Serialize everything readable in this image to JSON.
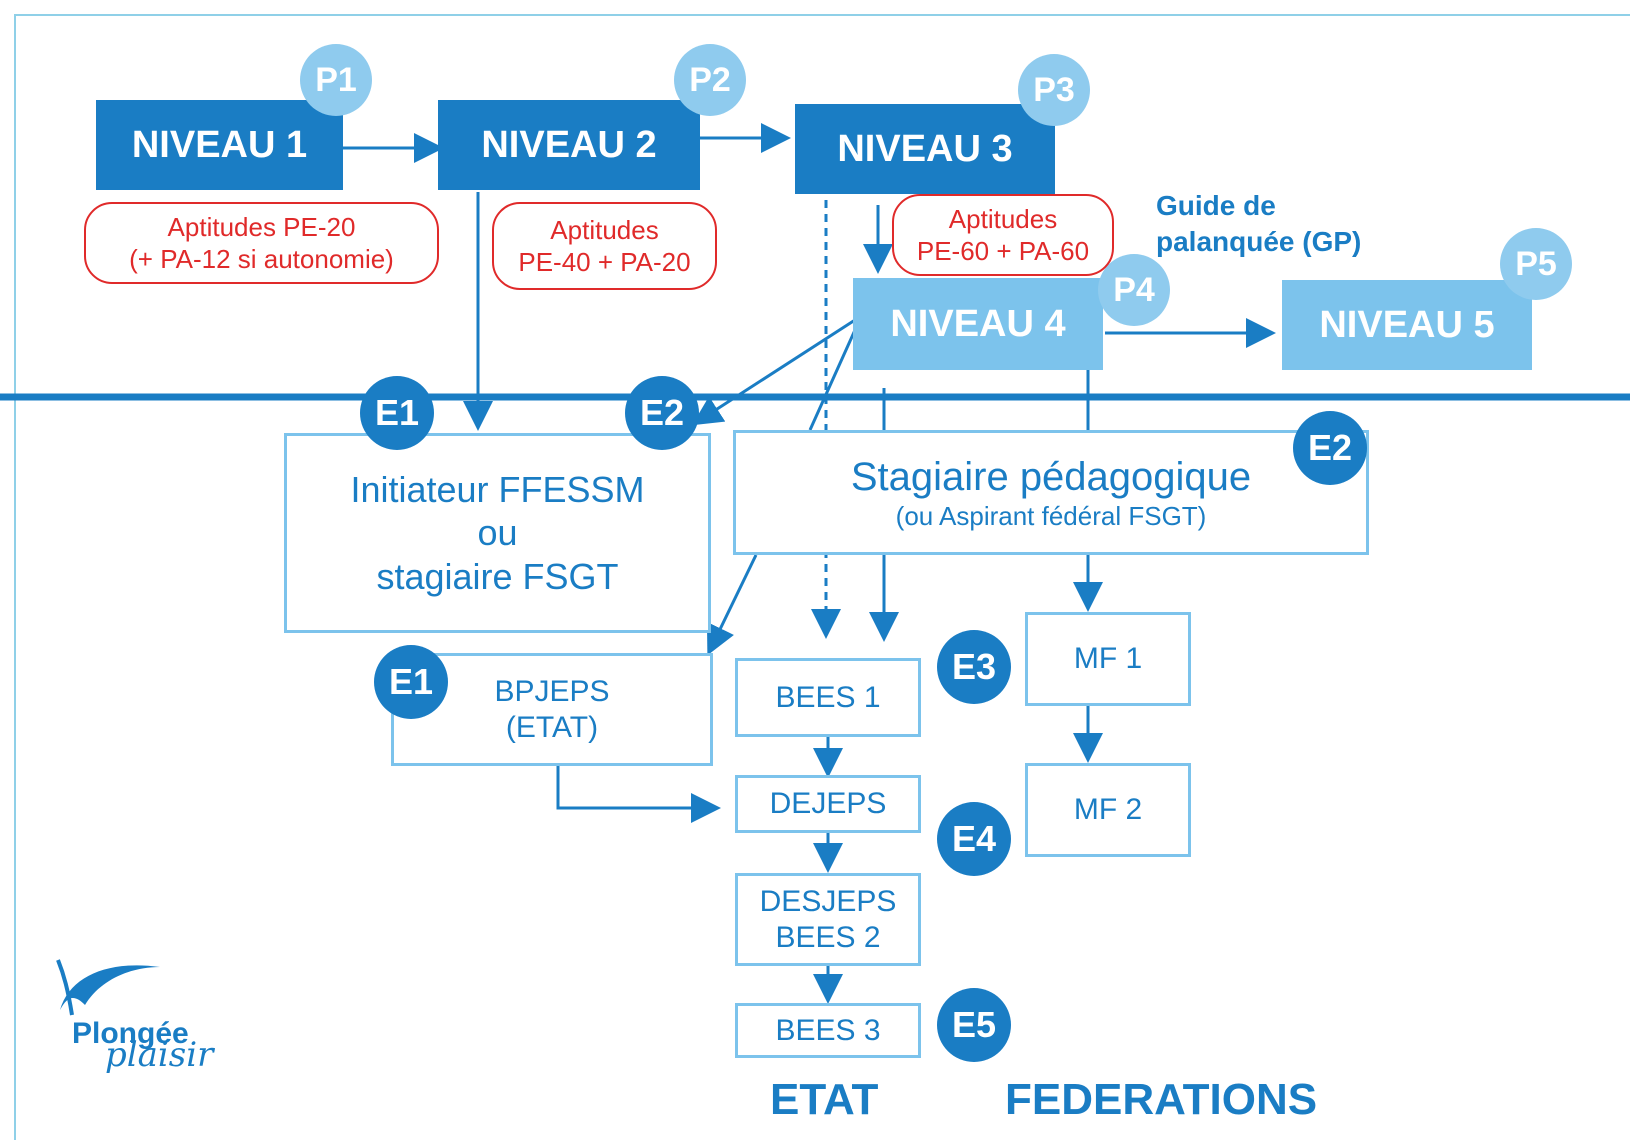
{
  "colors": {
    "dark_blue": "#1a7dc4",
    "light_blue": "#7cc3ec",
    "red": "#e02a2a"
  },
  "levels": {
    "n1": "NIVEAU 1",
    "n2": "NIVEAU 2",
    "n3": "NIVEAU 3",
    "n4": "NIVEAU 4",
    "n5": "NIVEAU 5"
  },
  "badges": {
    "p1": "P1",
    "p2": "P2",
    "p3": "P3",
    "p4": "P4",
    "p5": "P5",
    "e1a": "E1",
    "e2a": "E2",
    "e2b": "E2",
    "e1b": "E1",
    "e3": "E3",
    "e4": "E4",
    "e5": "E5"
  },
  "aptitudes": {
    "a1_line1": "Aptitudes PE-20",
    "a1_line2": "(+ PA-12 si autonomie)",
    "a2_line1": "Aptitudes",
    "a2_line2": "PE-40 + PA-20",
    "a3_line1": "Aptitudes",
    "a3_line2": "PE-60 + PA-60"
  },
  "guide": {
    "line1": "Guide de",
    "line2": "palanquée (GP)"
  },
  "teaching": {
    "initiateur_line1": "Initiateur FFESSM",
    "initiateur_line2": "ou",
    "initiateur_line3": "stagiaire FSGT",
    "stagiaire_title": "Stagiaire pédagogique",
    "stagiaire_sub": "(ou Aspirant fédéral FSGT)",
    "bpjeps_line1": "BPJEPS",
    "bpjeps_line2": "(ETAT)",
    "bees1": "BEES 1",
    "dejeps": "DEJEPS",
    "desjeps_line1": "DESJEPS",
    "desjeps_line2": "BEES 2",
    "bees3": "BEES 3",
    "mf1": "MF 1",
    "mf2": "MF 2"
  },
  "footer": {
    "etat": "ETAT",
    "federations": "FEDERATIONS"
  },
  "logo": {
    "brand": "Plongée",
    "script": "plaisir"
  }
}
